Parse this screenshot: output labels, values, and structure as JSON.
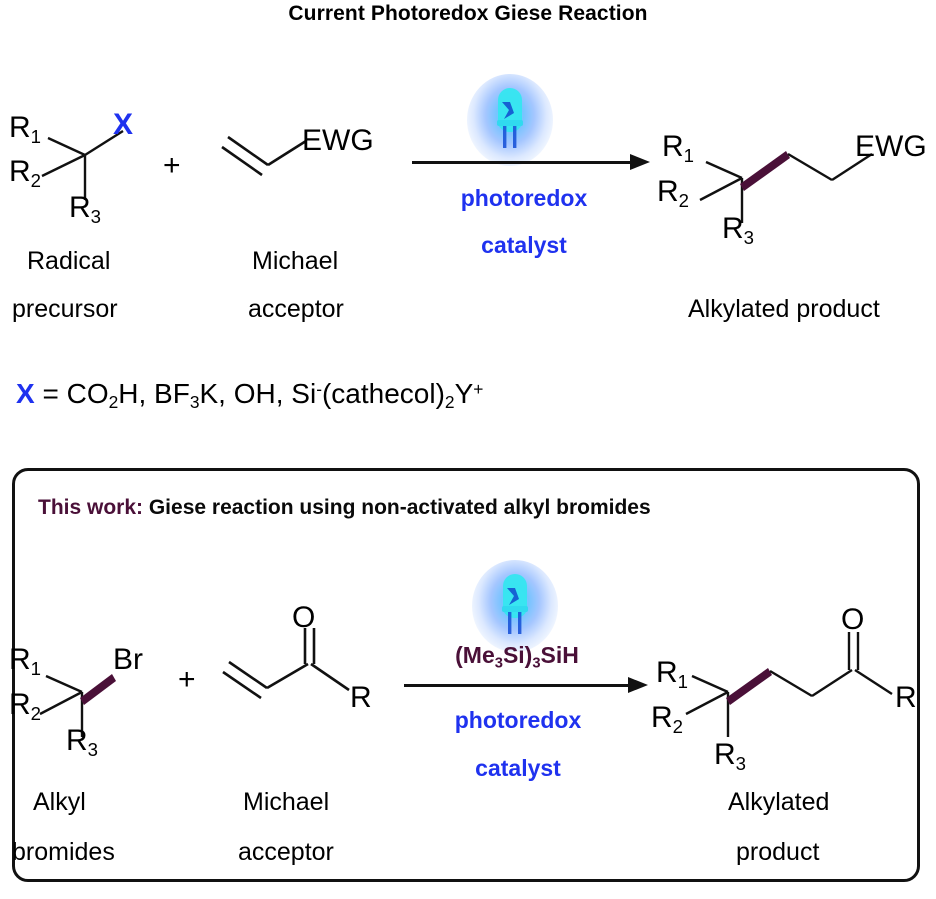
{
  "title": "Current Photoredox Giese Reaction",
  "top_scheme": {
    "reactant1": {
      "r1": "R",
      "r1_sub": "1",
      "r2": "R",
      "r2_sub": "2",
      "r3": "R",
      "r3_sub": "3",
      "leaving_group": "X",
      "label_line1": "Radical",
      "label_line2": "precursor"
    },
    "plus": "+",
    "reactant2": {
      "group": "EWG",
      "label_line1": "Michael",
      "label_line2": "acceptor"
    },
    "arrow": {
      "lamp": "blue-led-lamp-icon",
      "below_line1": "photoredox",
      "below_line2": "catalyst"
    },
    "product": {
      "r1": "R",
      "r1_sub": "1",
      "r2": "R",
      "r2_sub": "2",
      "r3": "R",
      "r3_sub": "3",
      "group": "EWG",
      "label": "Alkylated product"
    }
  },
  "x_definition": {
    "x": "X",
    "equals": " = CO",
    "co2_sub": "2",
    "part2": "H, BF",
    "bf3_sub": "3",
    "part3": "K, OH, Si",
    "si_sup": "-",
    "part4": "(cathecol)",
    "cat_sub": "2",
    "part5": "Y",
    "y_sup": "+"
  },
  "this_work": {
    "heading_highlight": "This work:",
    "heading_rest": " Giese reaction using non-activated alkyl bromides",
    "reactant1": {
      "r1": "R",
      "r1_sub": "1",
      "r2": "R",
      "r2_sub": "2",
      "r3": "R",
      "r3_sub": "3",
      "leaving_group": "Br",
      "label_line1": "Alkyl",
      "label_line2": "bromides"
    },
    "plus": "+",
    "reactant2": {
      "oxygen": "O",
      "r_group": "R",
      "label_line1": "Michael",
      "label_line2": "acceptor"
    },
    "arrow": {
      "lamp": "blue-led-lamp-icon",
      "above_pre": "(Me",
      "above_sub1": "3",
      "above_mid": "Si)",
      "above_sub2": "3",
      "above_post": "SiH",
      "below_line1": "photoredox",
      "below_line2": "catalyst"
    },
    "product": {
      "r1": "R",
      "r1_sub": "1",
      "r2": "R",
      "r2_sub": "2",
      "r3": "R",
      "r3_sub": "3",
      "oxygen": "O",
      "r_group": "R",
      "label_line1": "Alkylated",
      "label_line2": "product"
    }
  },
  "colors": {
    "blue_accent": "#1f32ef",
    "maroon_accent": "#4a1038",
    "bond_highlight": "#4a1038",
    "led_glow": "#3caaff",
    "bond_black": "#111111"
  }
}
